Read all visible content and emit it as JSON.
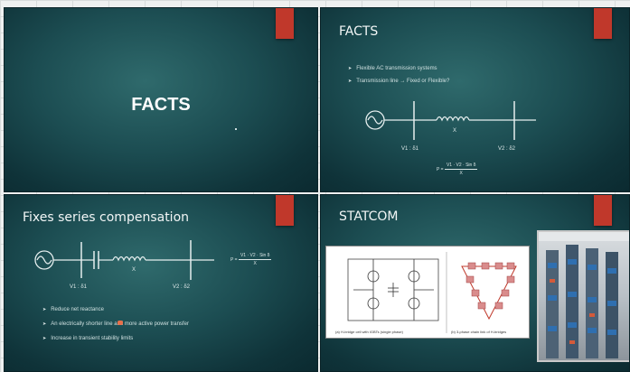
{
  "slides": {
    "s1": {
      "title": "FACTS"
    },
    "s2": {
      "title": "FACTS",
      "bullets": [
        "Flexible AC transmission systems",
        "Transmission line → Fixed or Flexible?"
      ],
      "line_label": "X",
      "v1_label": "V1 : δ1",
      "v2_label": "V2 : δ2",
      "formula_lhs": "P =",
      "formula_num": "V1 · V2 · Sin δ",
      "formula_den": "X"
    },
    "s3": {
      "title": "Fixes series compensation",
      "bullets": [
        "Reduce net reactance",
        "An electrically shorter line and more active power transfer",
        "Increase in transient stability limits"
      ],
      "line_label": "X",
      "v1_label": "V1 : δ1",
      "v2_label": "V2 : δ2",
      "formula_lhs": "P =",
      "formula_num": "V1 · V2 · Sin δ",
      "formula_den": "X"
    },
    "s4": {
      "title": "STATCOM",
      "caption_left": "(a) H-bridge cell with IGBTs (single phase)",
      "caption_right": "(b) 3-phase chain link of H-bridges"
    }
  },
  "colors": {
    "slide_bg": "#1c4d52",
    "accent_tab": "#c0382b"
  },
  "icons": {
    "ac_source": "sine-in-circle-icon",
    "capacitor": "capacitor-icon",
    "inductor": "inductor-icon"
  }
}
